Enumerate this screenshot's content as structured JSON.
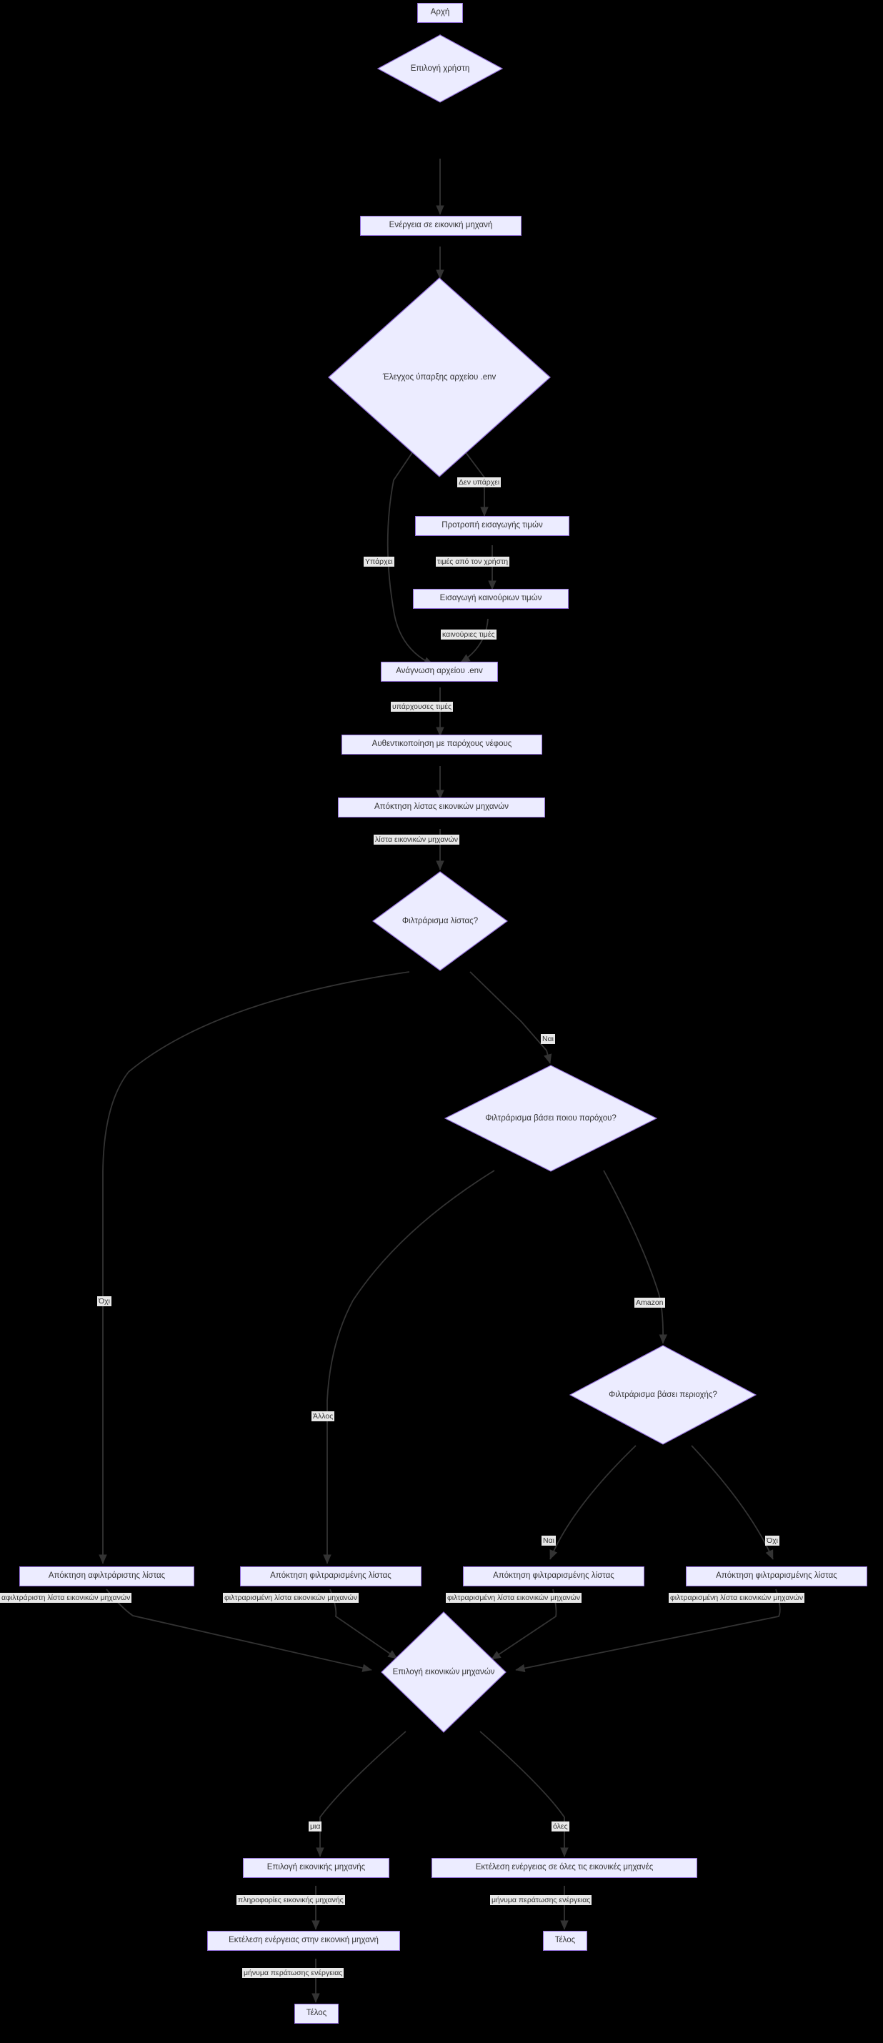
{
  "diagram": {
    "title": "Flowchart - Ενέργεια σε εικονική μηχανή",
    "language": "el",
    "theme": {
      "background": "#000000",
      "node_fill": "#ECECFF",
      "node_border": "#9370DB",
      "edge_stroke": "#333333",
      "edge_label_bg": "#e8e8e8",
      "text_color": "#333333"
    },
    "nodes": [
      {
        "id": "start",
        "shape": "rect",
        "label": "Αρχή"
      },
      {
        "id": "user_choice",
        "shape": "diamond",
        "label": "Επιλογή χρήστη"
      },
      {
        "id": "vm_action",
        "shape": "rect",
        "label": "Ενέργεια σε εικονική μηχανή"
      },
      {
        "id": "check_env",
        "shape": "diamond",
        "label": "Έλεγχος ύπαρξης αρχείου .env"
      },
      {
        "id": "prompt_vals",
        "shape": "rect",
        "label": "Προτροπή εισαγωγής τιμών"
      },
      {
        "id": "insert_vals",
        "shape": "rect",
        "label": "Εισαγωγή καινούριων τιμών"
      },
      {
        "id": "read_env",
        "shape": "rect",
        "label": "Ανάγνωση αρχείου .env"
      },
      {
        "id": "auth_cloud",
        "shape": "rect",
        "label": "Αυθεντικοποίηση με παρόχους νέφους"
      },
      {
        "id": "get_vm_list",
        "shape": "rect",
        "label": "Απόκτηση λίστας εικονικών μηχανών"
      },
      {
        "id": "filter_list",
        "shape": "diamond",
        "label": "Φιλτράρισμα λίστας?"
      },
      {
        "id": "filter_prov",
        "shape": "diamond",
        "label": "Φιλτράρισμα βάσει ποιου παρόχου?"
      },
      {
        "id": "filter_reg",
        "shape": "diamond",
        "label": "Φιλτράρισμα βάσει περιοχής?"
      },
      {
        "id": "get_unfilt",
        "shape": "rect",
        "label": "Απόκτηση αφιλτράριστης λίστας"
      },
      {
        "id": "get_filt_a",
        "shape": "rect",
        "label": "Απόκτηση φιλτραρισμένης λίστας"
      },
      {
        "id": "get_filt_b",
        "shape": "rect",
        "label": "Απόκτηση φιλτραρισμένης λίστας"
      },
      {
        "id": "get_filt_c",
        "shape": "rect",
        "label": "Απόκτηση φιλτραρισμένης λίστας"
      },
      {
        "id": "select_vms",
        "shape": "diamond",
        "label": "Επιλογή εικονικών μηχανών"
      },
      {
        "id": "select_one",
        "shape": "rect",
        "label": "Επιλογή εικονικής μηχανής"
      },
      {
        "id": "exec_all",
        "shape": "rect",
        "label": "Εκτέλεση ενέργειας σε όλες τις εικονικές μηχανές"
      },
      {
        "id": "exec_one",
        "shape": "rect",
        "label": "Εκτέλεση ενέργειας στην εικονική μηχανή"
      },
      {
        "id": "end_left",
        "shape": "rect",
        "label": "Τέλος"
      },
      {
        "id": "end_right",
        "shape": "rect",
        "label": "Τέλος"
      }
    ],
    "edge_labels": [
      {
        "id": "lbl_den_yparxei",
        "text": "Δεν υπάρχει"
      },
      {
        "id": "lbl_yparxei",
        "text": "Υπάρχει"
      },
      {
        "id": "lbl_times_xristi",
        "text": "τιμές από τον χρήστη"
      },
      {
        "id": "lbl_kainouries",
        "text": "καινούριες τιμές"
      },
      {
        "id": "lbl_yparxouses",
        "text": "υπάρχουσες τιμές"
      },
      {
        "id": "lbl_lista_vm",
        "text": "λίστα εικονικών μηχανών"
      },
      {
        "id": "lbl_nai_filter",
        "text": "Ναι"
      },
      {
        "id": "lbl_oxi_filter",
        "text": "Όχι"
      },
      {
        "id": "lbl_allos",
        "text": "Άλλος"
      },
      {
        "id": "lbl_amazon",
        "text": "Amazon"
      },
      {
        "id": "lbl_nai_region",
        "text": "Ναι"
      },
      {
        "id": "lbl_oxi_region",
        "text": "Όχι"
      },
      {
        "id": "lbl_unfilt_list",
        "text": "αφιλτράριστη λίστα εικονικών μηχανών"
      },
      {
        "id": "lbl_filt_list_a",
        "text": "φιλτραρισμένη λίστα εικονικών μηχανών"
      },
      {
        "id": "lbl_filt_list_b",
        "text": "φιλτραρισμένη λίστα εικονικών μηχανών"
      },
      {
        "id": "lbl_filt_list_c",
        "text": "φιλτραρισμένη λίστα εικονικών μηχανών"
      },
      {
        "id": "lbl_mia",
        "text": "μια"
      },
      {
        "id": "lbl_oles",
        "text": "όλες"
      },
      {
        "id": "lbl_info_vm",
        "text": "πληροφορίες εικονικής μηχανής"
      },
      {
        "id": "lbl_msg_done_l",
        "text": "μήνυμα περάτωσης ενέργειας"
      },
      {
        "id": "lbl_msg_done_r",
        "text": "μήνυμα περάτωσης ενέργειας"
      }
    ]
  }
}
